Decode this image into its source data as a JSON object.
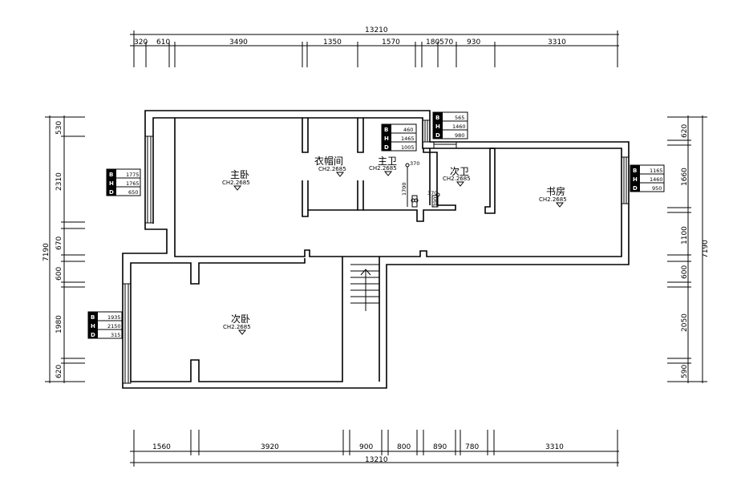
{
  "dimensions": {
    "top_total": "13210",
    "top_segments": [
      "320",
      "610",
      "3490",
      "1350",
      "1570",
      "180",
      "570",
      "930",
      "3310"
    ],
    "bottom_total": "13210",
    "bottom_segments": [
      "1560",
      "3920",
      "900",
      "800",
      "890",
      "780",
      "3310"
    ],
    "left_total": "7190",
    "left_segments": [
      "530",
      "2310",
      "670",
      "600",
      "1980",
      "620"
    ],
    "right_total": "7190",
    "right_segments": [
      "620",
      "1660",
      "1100",
      "600",
      "2050",
      "590"
    ]
  },
  "rooms": {
    "master_bedroom": {
      "name": "主卧",
      "ch": "CH2.2685"
    },
    "walk_in_closet": {
      "name": "衣帽间",
      "ch": "CH2.2685"
    },
    "master_bath": {
      "name": "主卫",
      "ch": "CH2.2685"
    },
    "second_bath": {
      "name": "次卫",
      "ch": "CH2.2685"
    },
    "study": {
      "name": "书房",
      "ch": "CH2.2685"
    },
    "second_bedroom": {
      "name": "次卧",
      "ch": "CH2.2685"
    }
  },
  "windows": {
    "master_bath": {
      "b": "460",
      "h": "1465",
      "d": "1005"
    },
    "second_bath": {
      "b": "565",
      "h": "1460",
      "d": "980"
    },
    "master_bedroom": {
      "b": "1775",
      "h": "1765",
      "d": "650"
    },
    "second_bedroom": {
      "b": "1935",
      "h": "2150",
      "d": "315"
    },
    "study": {
      "b": "1165",
      "h": "1460",
      "d": "950"
    }
  },
  "table_keys": {
    "b": "B",
    "h": "H",
    "d": "D"
  },
  "small_dims": {
    "a": "370",
    "b": "1700",
    "c": "370",
    "d": "390"
  }
}
